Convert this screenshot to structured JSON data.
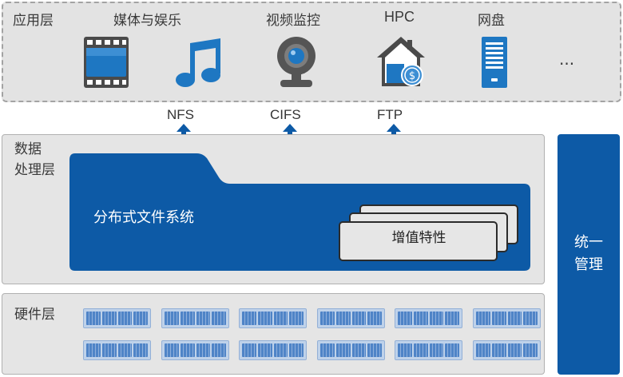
{
  "application_layer": {
    "label": "应用层",
    "apps": [
      {
        "label": "媒体与娱乐",
        "icon": "film-strip-icon"
      },
      {
        "label": "",
        "icon": "music-note-icon"
      },
      {
        "label": "视频监控",
        "icon": "webcam-icon"
      },
      {
        "label": "HPC",
        "icon": "house-coin-icon"
      },
      {
        "label": "网盘",
        "icon": "server-tower-icon"
      }
    ],
    "more": "..."
  },
  "protocols": [
    {
      "label": "NFS"
    },
    {
      "label": "CIFS"
    },
    {
      "label": "FTP"
    }
  ],
  "data_layer": {
    "label_line1": "数据",
    "label_line2": "处理层",
    "filesystem_label": "分布式文件系统",
    "value_added_label": "增值特性"
  },
  "hardware_layer": {
    "label": "硬件层",
    "drive_rows": 2,
    "drives_per_row": 6
  },
  "management": {
    "line1": "统一",
    "line2": "管理"
  },
  "colors": {
    "accent_blue": "#0d5aa6",
    "panel_gray": "#e5e5e5",
    "drive_blue": "#4f84c7"
  }
}
